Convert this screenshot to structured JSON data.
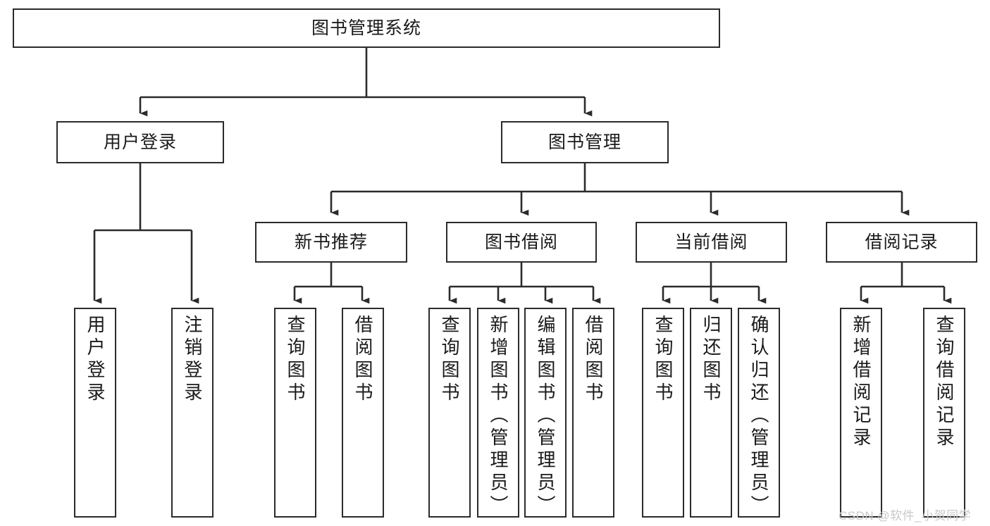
{
  "diagram": {
    "title": "图书管理系统",
    "type": "功能结构图",
    "style": {
      "box_border_color": "#2b2b2b",
      "box_fill_color": "#ffffff",
      "edge_color": "#2b2b2b",
      "text_color": "#1a1a1a",
      "background": "#ffffff",
      "watermark_color": "#c9c9c9"
    },
    "root": {
      "label": "图书管理系统"
    },
    "level2": [
      {
        "label": "用户登录"
      },
      {
        "label": "图书管理"
      }
    ],
    "level3": [
      {
        "label": "新书推荐"
      },
      {
        "label": "图书借阅"
      },
      {
        "label": "当前借阅"
      },
      {
        "label": "借阅记录"
      }
    ],
    "leaves": {
      "user_login": [
        {
          "label": "用户登录"
        },
        {
          "label": "注销登录"
        }
      ],
      "new_book": [
        {
          "label": "查询图书"
        },
        {
          "label": "借阅图书"
        }
      ],
      "book_borrow": [
        {
          "label": "查询图书"
        },
        {
          "label": "新增图书（管理员）"
        },
        {
          "label": "编辑图书（管理员）"
        },
        {
          "label": "借阅图书"
        }
      ],
      "current_borrow": [
        {
          "label": "查询图书"
        },
        {
          "label": "归还图书"
        },
        {
          "label": "确认归还（管理员）"
        }
      ],
      "borrow_record": [
        {
          "label": "新增借阅记录"
        },
        {
          "label": "查询借阅记录"
        }
      ]
    }
  },
  "watermark": {
    "text": "CSDN @软件_小贺同学"
  }
}
